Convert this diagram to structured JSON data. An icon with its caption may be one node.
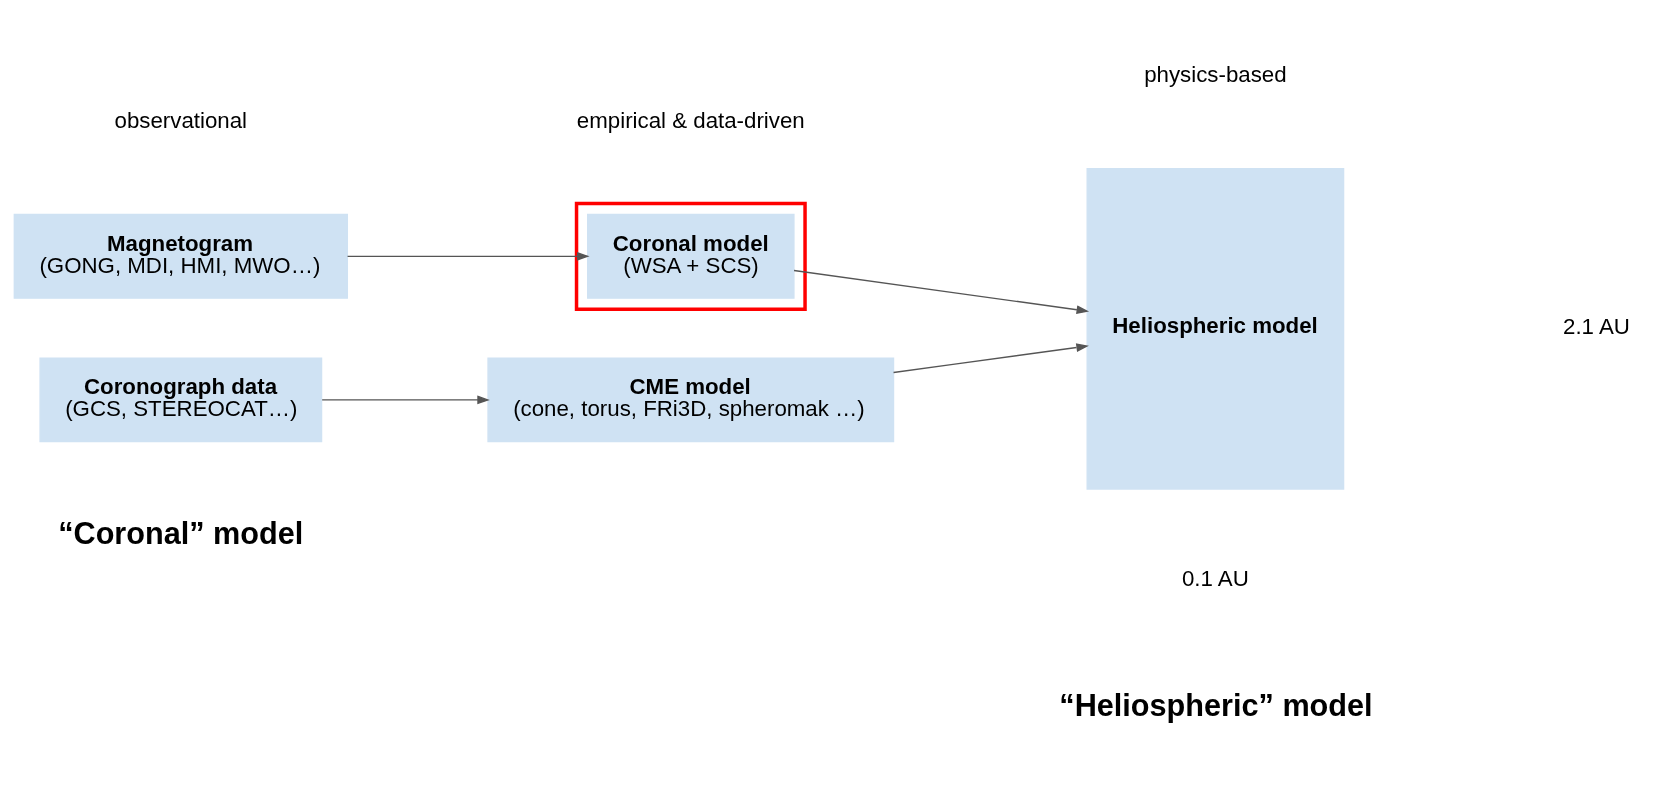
{
  "diagram": {
    "nodes": [
      {
        "text": [
          "Magnetogram",
          "(GONG, MDI, HMI, MWO…)"
        ]
      },
      {
        "text": [],
        "shape": "box"
      },
      {
        "text": [
          "Coronal model",
          "(WSA + SCS)"
        ],
        "in": 1
      },
      {
        "text": [
          "Coronograph data",
          "(GCS, STEREOCAT…)"
        ]
      },
      {
        "text": [
          "CME model",
          "(cone, torus, FRi3D, spheromak …)"
        ]
      },
      {
        "text": [
          "Heliospheric model"
        ]
      }
    ],
    "edges": [
      {
        "from": 0,
        "to": 2,
        "arrow": "to"
      },
      {
        "from": 3,
        "to": 4,
        "arrow": "to"
      },
      {
        "from": 2,
        "to": 5,
        "arrow": "to"
      },
      {
        "from": 4,
        "to": 5,
        "arrow": "to"
      }
    ],
    "labels": [
      "observational",
      "empirical & data-driven",
      "physics-based",
      "0.1 AU",
      "2.1 AU",
      "“Coronal” model",
      "“Heliospheric” model"
    ]
  }
}
